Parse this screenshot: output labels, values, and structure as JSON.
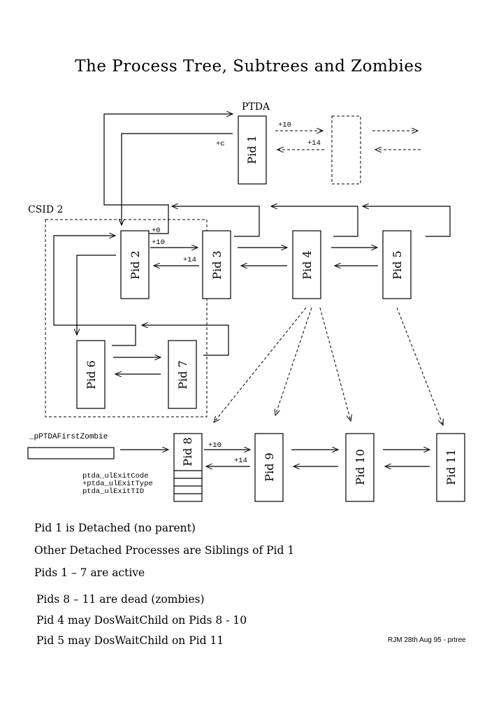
{
  "title": "The Process Tree, Subtrees and Zombies",
  "labels": {
    "ptda": "PTDA",
    "csid": "CSID 2",
    "first_zombie": "_pPTDAFirstZombie",
    "off_10_a": "+10",
    "off_14_a": "+14",
    "off_c": "+c",
    "off_0": "+0",
    "off_10_b": "+10",
    "off_14_b": "+14",
    "off_10_c": "+10",
    "off_14_c": "+14",
    "exit_code": "ptda_ulExitCode",
    "exit_type": "+ptda_ulExitType",
    "exit_tid": "ptda_ulExitTID"
  },
  "pids": {
    "p1": "Pid 1",
    "p2": "Pid 2",
    "p3": "Pid 3",
    "p4": "Pid 4",
    "p5": "Pid 5",
    "p6": "Pid 6",
    "p7": "Pid 7",
    "p8": "Pid 8",
    "p9": "Pid 9",
    "p10": "Pid 10",
    "p11": "Pid 11"
  },
  "notes": [
    "Pid 1 is Detached (no parent)",
    "Other Detached Processes are Siblings of Pid 1",
    "Pids 1 – 7 are active",
    "Pids 8 – 11 are dead (zombies)",
    "Pid 4 may DosWaitChild on  Pids 8 - 10",
    "Pid 5 may DosWaitChild on Pid 11"
  ],
  "signature": "RJM 28th Aug 95 - prtree"
}
